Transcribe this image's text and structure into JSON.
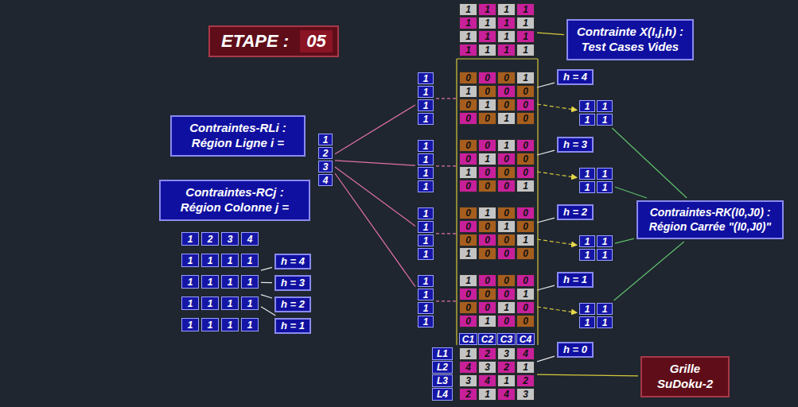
{
  "diagram": {
    "nodes": [
      {
        "text": [
          "ETAPE :",
          "05"
        ]
      },
      {
        "text": [
          "1",
          "1",
          "1",
          "1",
          "1",
          "1",
          "1",
          "1",
          "1",
          "1",
          "1",
          "1",
          "1",
          "1",
          "1",
          "1"
        ]
      },
      {
        "text": [
          "Contrainte X(I,j,h) : Test Cases Vides"
        ]
      },
      {
        "text": [
          "Contraintes-RLi : Région Ligne i ="
        ]
      },
      {
        "text": [
          "1",
          "2",
          "3",
          "4"
        ]
      },
      {
        "text": [
          "Contraintes-RCj : Région Colonne j ="
        ]
      },
      {
        "text": [
          "1",
          "2",
          "3",
          "4",
          "1",
          "1",
          "1",
          "1",
          "1",
          "1",
          "1",
          "1",
          "1",
          "1",
          "1",
          "1",
          "1",
          "1",
          "1",
          "1"
        ]
      },
      {
        "text": [
          "h = 4"
        ]
      },
      {
        "text": [
          "h = 3"
        ]
      },
      {
        "text": [
          "h = 2"
        ]
      },
      {
        "text": [
          "h = 1"
        ]
      },
      {
        "text": [
          "1",
          "1",
          "1",
          "1"
        ]
      },
      {
        "text": [
          "0",
          "0",
          "0",
          "1",
          "1",
          "0",
          "0",
          "0",
          "0",
          "1",
          "0",
          "0",
          "0",
          "0",
          "1",
          "0"
        ]
      },
      {
        "text": [
          "1",
          "1",
          "1",
          "1"
        ]
      },
      {
        "text": [
          "h = 4"
        ]
      },
      {
        "text": [
          "1",
          "1",
          "1",
          "1"
        ]
      },
      {
        "text": [
          "0",
          "0",
          "1",
          "0",
          "0",
          "1",
          "0",
          "0",
          "1",
          "0",
          "0",
          "0",
          "0",
          "0",
          "0",
          "1"
        ]
      },
      {
        "text": [
          "1",
          "1",
          "1",
          "1"
        ]
      },
      {
        "text": [
          "h = 3"
        ]
      },
      {
        "text": [
          "1",
          "1",
          "1",
          "1"
        ]
      },
      {
        "text": [
          "0",
          "1",
          "0",
          "0",
          "0",
          "0",
          "1",
          "0",
          "0",
          "0",
          "0",
          "1",
          "1",
          "0",
          "0",
          "0"
        ]
      },
      {
        "text": [
          "1",
          "1",
          "1",
          "1"
        ]
      },
      {
        "text": [
          "h = 2"
        ]
      },
      {
        "text": [
          "1",
          "1",
          "1",
          "1"
        ]
      },
      {
        "text": [
          "1",
          "0",
          "0",
          "0",
          "0",
          "0",
          "0",
          "1",
          "0",
          "0",
          "1",
          "0",
          "0",
          "1",
          "0",
          "0"
        ]
      },
      {
        "text": [
          "1",
          "1",
          "1",
          "1"
        ]
      },
      {
        "text": [
          "h = 1"
        ]
      },
      {
        "text": [
          "Contraintes-RK(I0,J0) : Région Carrée \"(I0,J0)\""
        ]
      },
      {
        "text": [
          "1",
          "2",
          "3",
          "4",
          "4",
          "3",
          "2",
          "1",
          "3",
          "4",
          "1",
          "2",
          "2",
          "1",
          "4",
          "3"
        ]
      },
      {
        "text": [
          "L1",
          "L2",
          "L3",
          "L4"
        ]
      },
      {
        "text": [
          "C1",
          "C2",
          "C3",
          "C4"
        ]
      },
      {
        "text": [
          "h = 0"
        ]
      },
      {
        "text": [
          "Grille SuDoku-2"
        ]
      }
    ],
    "edges": [
      {
        "from": 1,
        "to": 2,
        "arrow": "none"
      },
      {
        "from": 4,
        "to": 11,
        "arrow": "none"
      },
      {
        "from": 4,
        "to": 15,
        "arrow": "none"
      },
      {
        "from": 4,
        "to": 19,
        "arrow": "none"
      },
      {
        "from": 4,
        "to": 23,
        "arrow": "none"
      },
      {
        "from": 6,
        "to": 7,
        "arrow": "none"
      },
      {
        "from": 6,
        "to": 8,
        "arrow": "none"
      },
      {
        "from": 6,
        "to": 9,
        "arrow": "none"
      },
      {
        "from": 6,
        "to": 10,
        "arrow": "none"
      },
      {
        "from": 11,
        "to": 12,
        "arrow": "none"
      },
      {
        "from": 12,
        "to": 14,
        "arrow": "none"
      },
      {
        "from": 12,
        "to": 13,
        "arrow": "to"
      },
      {
        "from": 15,
        "to": 16,
        "arrow": "none"
      },
      {
        "from": 16,
        "to": 18,
        "arrow": "none"
      },
      {
        "from": 16,
        "to": 17,
        "arrow": "to"
      },
      {
        "from": 19,
        "to": 20,
        "arrow": "none"
      },
      {
        "from": 20,
        "to": 22,
        "arrow": "none"
      },
      {
        "from": 20,
        "to": 21,
        "arrow": "to"
      },
      {
        "from": 23,
        "to": 24,
        "arrow": "none"
      },
      {
        "from": 24,
        "to": 26,
        "arrow": "none"
      },
      {
        "from": 24,
        "to": 25,
        "arrow": "to"
      },
      {
        "from": 27,
        "to": 13,
        "arrow": "none"
      },
      {
        "from": 27,
        "to": 17,
        "arrow": "none"
      },
      {
        "from": 27,
        "to": 21,
        "arrow": "none"
      },
      {
        "from": 27,
        "to": 25,
        "arrow": "none"
      },
      {
        "from": 28,
        "to": 31,
        "arrow": "none"
      },
      {
        "from": 28,
        "to": 32,
        "arrow": "none"
      }
    ]
  }
}
